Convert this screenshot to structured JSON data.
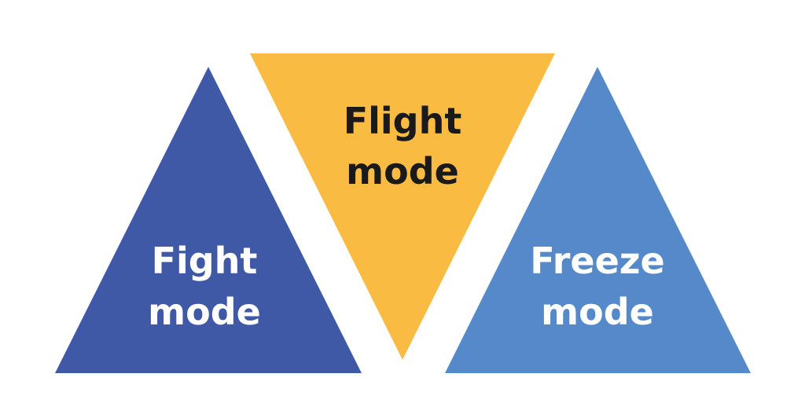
{
  "triangles": [
    {
      "id": "fight",
      "line1": "Fight",
      "line2": "mode",
      "fill": "#4059A6",
      "text_color": "#FFFFFF",
      "orientation": "up"
    },
    {
      "id": "flight",
      "line1": "Flight",
      "line2": "mode",
      "fill": "#F9BB42",
      "text_color": "#1A1A1A",
      "orientation": "down"
    },
    {
      "id": "freeze",
      "line1": "Freeze",
      "line2": "mode",
      "fill": "#5689C9",
      "text_color": "#FFFFFF",
      "orientation": "up"
    }
  ]
}
